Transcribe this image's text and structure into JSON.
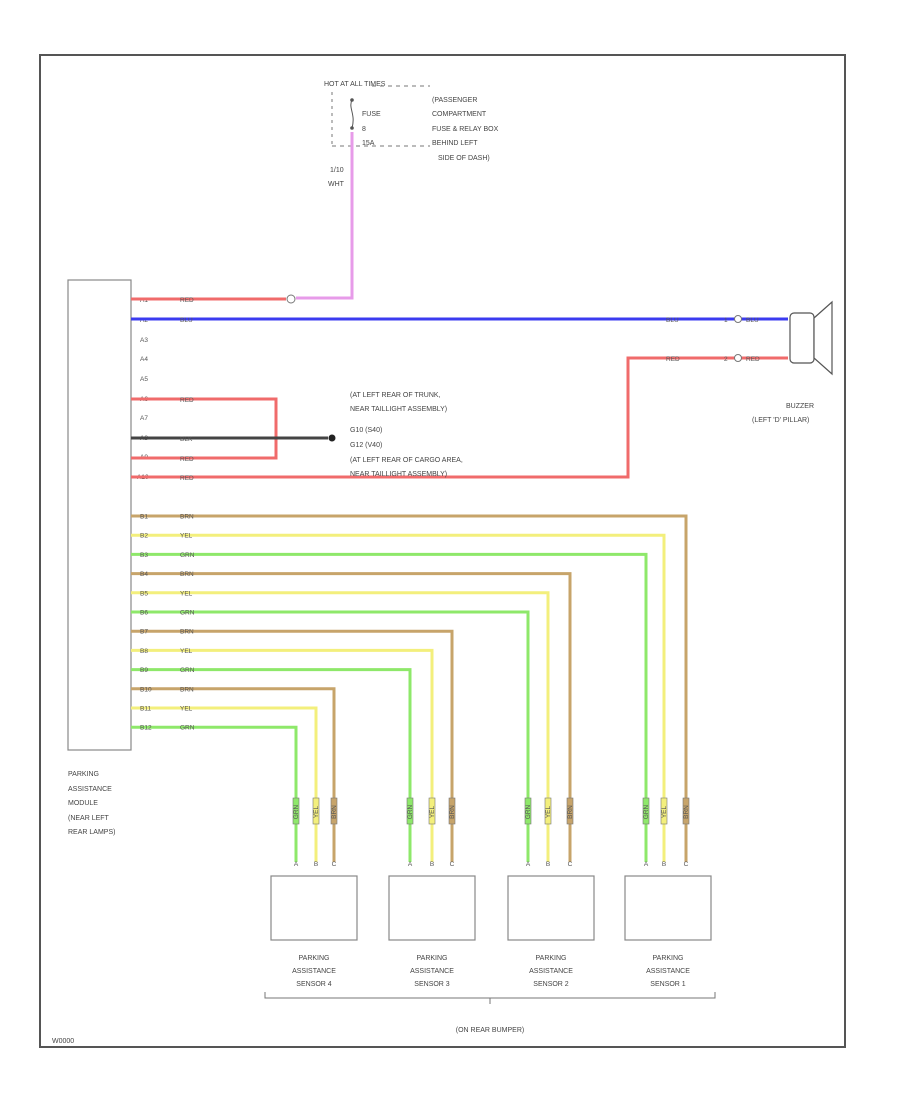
{
  "diagram": {
    "code": "W0000",
    "top_source": {
      "line1": "HOT AT ALL TIMES",
      "fuse_label": "FUSE",
      "fuse_num": "8",
      "amps": "15A",
      "location": [
        "(PASSENGER",
        "COMPARTMENT",
        "FUSE & RELAY BOX",
        "BEHIND LEFT",
        "SIDE OF DASH)"
      ],
      "wire_num": "1/10",
      "wire_color": "WHT"
    },
    "module": {
      "name": [
        "PARKING",
        "ASSISTANCE",
        "MODULE",
        "(NEAR LEFT",
        "REAR LAMPS)"
      ],
      "pins_a": [
        {
          "pin": "A1",
          "color": "RED"
        },
        {
          "pin": "A2",
          "color": "BLU"
        },
        {
          "pin": "A3",
          "color": ""
        },
        {
          "pin": "A4",
          "color": ""
        },
        {
          "pin": "A5",
          "color": ""
        },
        {
          "pin": "A6",
          "color": "RED"
        },
        {
          "pin": "A7",
          "color": ""
        },
        {
          "pin": "A8",
          "color": "BLK"
        },
        {
          "pin": "A9",
          "color": "RED"
        },
        {
          "pin": "A10",
          "color": "RED"
        }
      ],
      "pins_b": [
        {
          "pin": "B1",
          "color": "BRN"
        },
        {
          "pin": "B2",
          "color": "YEL"
        },
        {
          "pin": "B3",
          "color": "GRN"
        },
        {
          "pin": "B4",
          "color": "BRN"
        },
        {
          "pin": "B5",
          "color": "YEL"
        },
        {
          "pin": "B6",
          "color": "GRN"
        },
        {
          "pin": "B7",
          "color": "BRN"
        },
        {
          "pin": "B8",
          "color": "YEL"
        },
        {
          "pin": "B9",
          "color": "GRN"
        },
        {
          "pin": "B10",
          "color": "BRN"
        },
        {
          "pin": "B11",
          "color": "YEL"
        },
        {
          "pin": "B12",
          "color": "GRN"
        }
      ]
    },
    "buzzer": {
      "name": [
        "BUZZER",
        "(LEFT 'D' PILLAR)"
      ],
      "pin1": {
        "num": "1",
        "color": "BLU"
      },
      "pin2": {
        "num": "2",
        "color": "RED"
      },
      "wire_blu": "BLU",
      "wire_red": "RED"
    },
    "ground_note": [
      "(AT LEFT REAR OF TRUNK,",
      "NEAR TAILLIGHT ASSEMBLY)",
      "G10 (S40)",
      "G12 (V40)",
      "(AT LEFT REAR OF CARGO AREA,",
      "NEAR TAILLIGHT ASSEMBLY)"
    ],
    "sensors": [
      {
        "name": [
          "PARKING",
          "ASSISTANCE",
          "SENSOR 4"
        ]
      },
      {
        "name": [
          "PARKING",
          "ASSISTANCE",
          "SENSOR 3"
        ]
      },
      {
        "name": [
          "PARKING",
          "ASSISTANCE",
          "SENSOR 2"
        ]
      },
      {
        "name": [
          "PARKING",
          "ASSISTANCE",
          "SENSOR 1"
        ]
      }
    ],
    "sensor_wire_labels": [
      "GRN",
      "YEL",
      "BRN"
    ],
    "sensor_pin_labels": [
      "A",
      "B",
      "C"
    ],
    "bumper_note": "(ON REAR BUMPER)",
    "colors": {
      "red": "#f06b6b",
      "blue": "#3b3bf0",
      "black": "#444444",
      "pink": "#e79be9",
      "brown": "#c7a46a",
      "yellow": "#f3ef7c",
      "green": "#8ee86a",
      "frame": "#555555"
    }
  }
}
